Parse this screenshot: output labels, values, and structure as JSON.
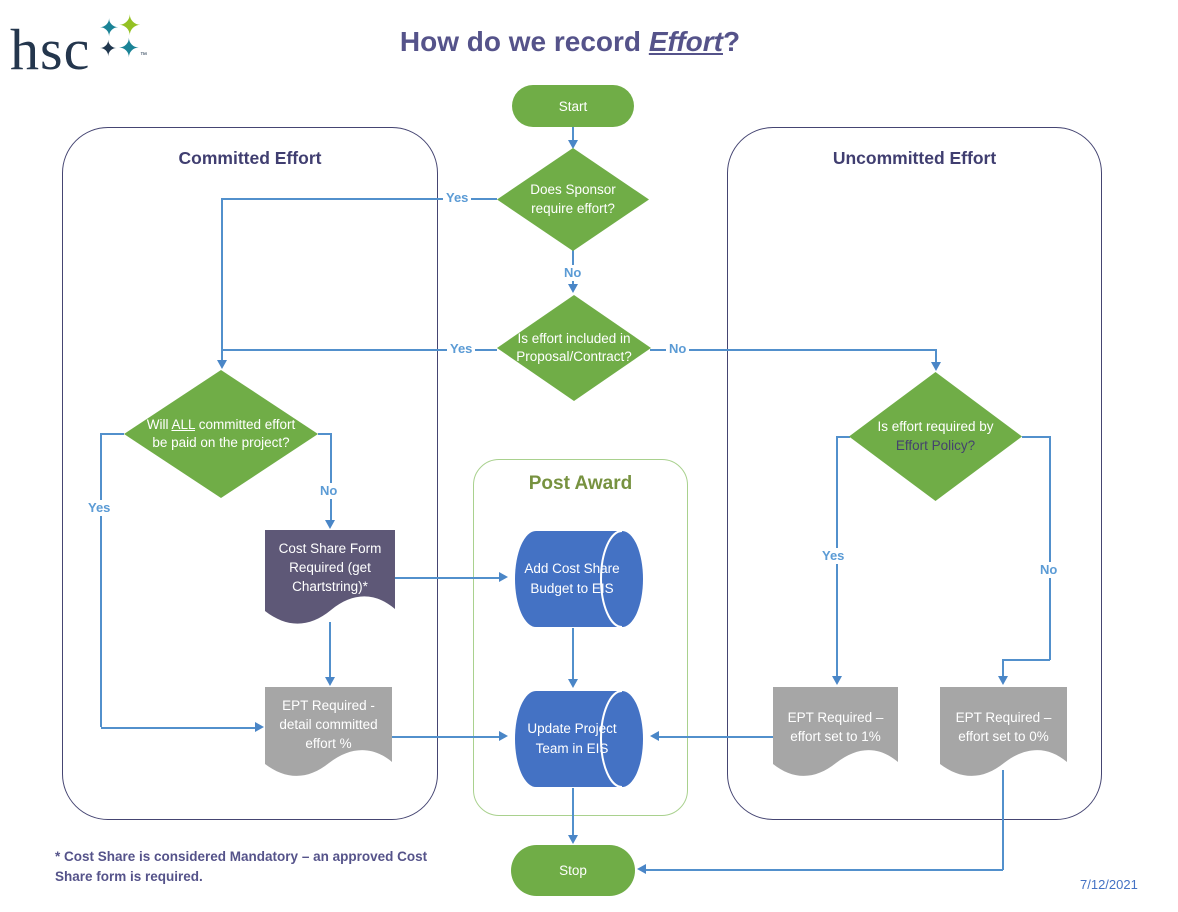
{
  "logo": {
    "text": "hsc",
    "tm": "™"
  },
  "title": {
    "prefix": "How do we record ",
    "emphasis": "Effort",
    "suffix": "?"
  },
  "containers": {
    "committed": {
      "title": "Committed Effort"
    },
    "uncommitted": {
      "title": "Uncommitted Effort"
    },
    "post_award": {
      "title": "Post Award"
    }
  },
  "nodes": {
    "start": {
      "label": "Start"
    },
    "stop": {
      "label": "Stop"
    },
    "sponsor_diamond": {
      "label": "Does Sponsor require effort?"
    },
    "proposal_diamond": {
      "label": "Is effort included in Proposal/Contract?"
    },
    "committed_diamond": {
      "pre": "Will ",
      "underlined": "ALL",
      "post": " committed effort be paid on the project?"
    },
    "policy_diamond": {
      "line1": "Is effort required by",
      "line2": "Effort Policy?"
    },
    "cost_share_doc": {
      "label": "Cost Share Form Required (get Chartstring)*"
    },
    "ept_detail_doc": {
      "label": "EPT Required - detail committed effort %"
    },
    "ept_one_doc": {
      "label": "EPT Required – effort set to 1%"
    },
    "ept_zero_doc": {
      "label": "EPT Required – effort set to 0%"
    },
    "add_cost_share_cyl": {
      "label": "Add Cost Share Budget to EIS"
    },
    "update_team_cyl": {
      "label": "Update Project Team in EIS"
    }
  },
  "edge_labels": {
    "sponsor_yes": "Yes",
    "sponsor_no": "No",
    "proposal_yes": "Yes",
    "proposal_no": "No",
    "committed_yes": "Yes",
    "committed_no": "No",
    "policy_yes": "Yes",
    "policy_no": "No"
  },
  "footnote": "* Cost Share is considered Mandatory – an approved Cost Share form is required.",
  "date": "7/12/2021",
  "colors": {
    "process_green": "#70AD47",
    "cylinder_blue": "#4472C4",
    "document_purple": "#5E5877",
    "document_gray": "#A6A6A6",
    "connector_blue": "#5290CC",
    "heading_purple": "#44426E",
    "post_award_green": "#779240"
  }
}
